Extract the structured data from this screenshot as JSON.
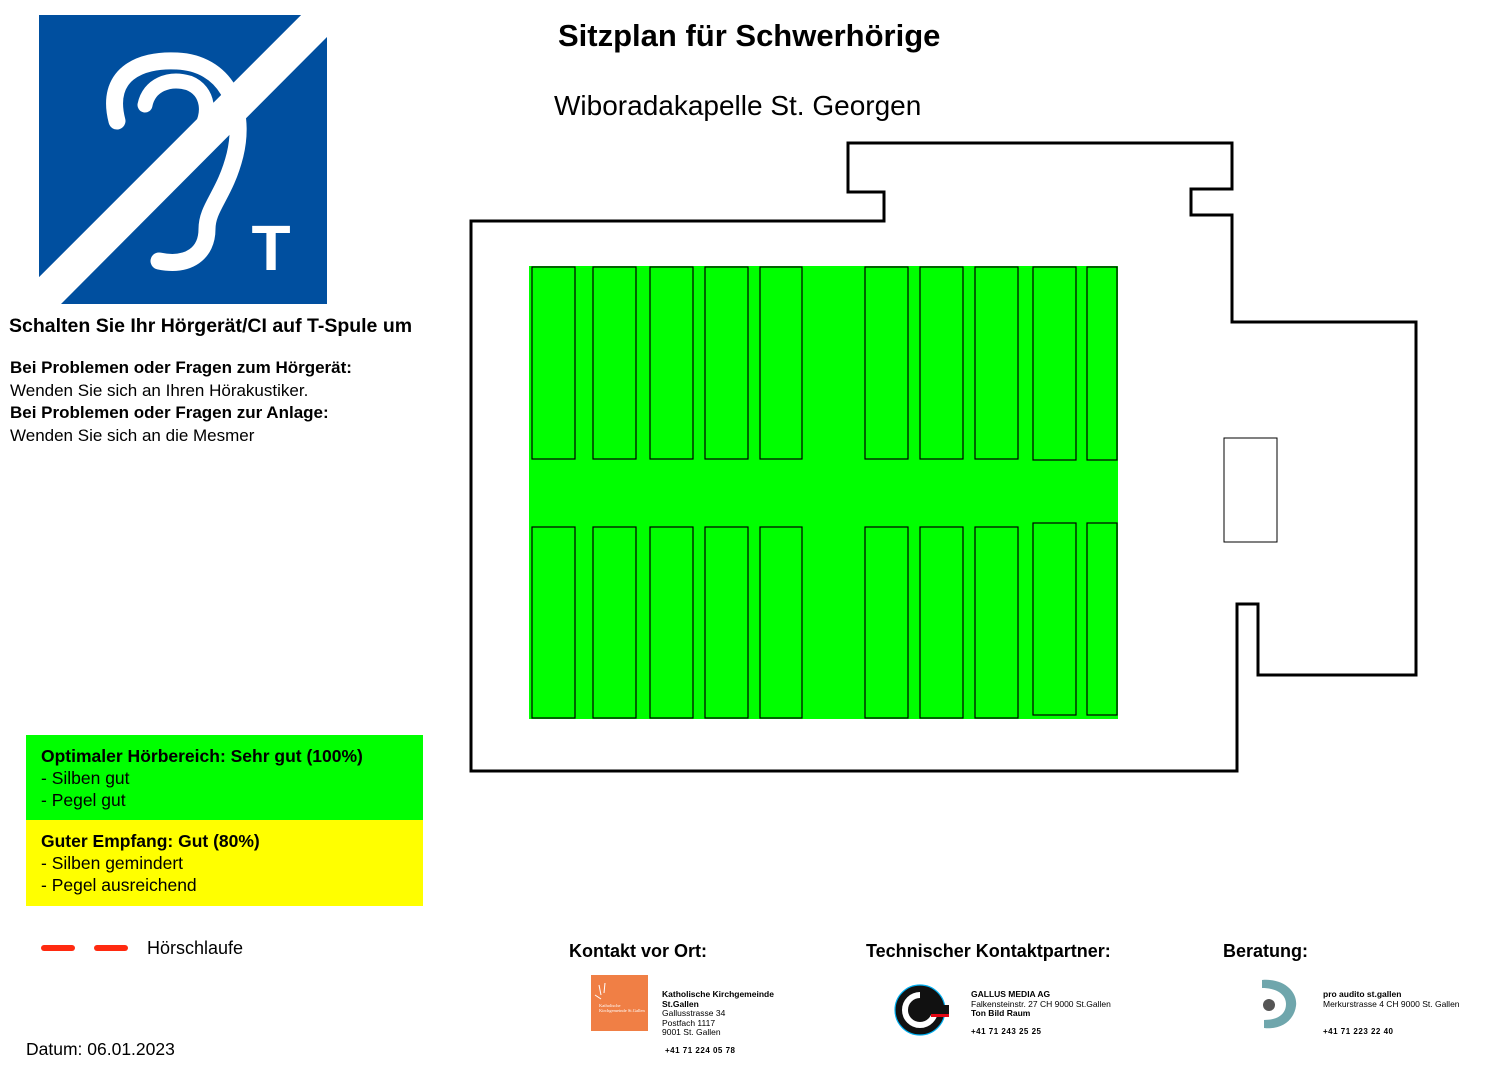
{
  "header": {
    "title": "Sitzplan für Schwerhörige",
    "venue": "Wiboradakapelle St. Georgen"
  },
  "hearing_symbol": {
    "icon": "hearing-loop-t-icon",
    "letter": "T",
    "color": "#004f9f"
  },
  "instructions": {
    "main": "Schalten Sie Ihr Hörgerät/CI auf T-Spule um",
    "q1_heading": "Bei Problemen oder Fragen zum Hörgerät:",
    "q1_text": "Wenden Sie sich an Ihren Hörakustiker.",
    "q2_heading": "Bei Problemen oder Fragen zur Anlage:",
    "q2_text": "Wenden Sie sich an die Mesmer"
  },
  "legend": {
    "optimal": {
      "title": "Optimaler Hörbereich: Sehr gut (100%)",
      "line1": "- Silben gut",
      "line2": "- Pegel gut",
      "color": "#00ff00"
    },
    "good": {
      "title": "Guter Empfang: Gut (80%)",
      "line1": "- Silben gemindert",
      "line2": "- Pegel ausreichend",
      "color": "#ffff00"
    },
    "loop_label": "Hörschlaufe",
    "loop_color": "#ff2a10"
  },
  "date": "Datum: 06.01.2023",
  "contacts": [
    {
      "heading": "Kontakt vor Ort:",
      "logo_icon": "katholische-kirchgemeinde-logo",
      "logo_text": "Katholische Kirchgemeinde St.Gallen",
      "name": "Katholische Kirchgemeinde St.Gallen",
      "line1": "Gallusstrasse 34",
      "line2": "Postfach 1117",
      "line3": "9001 St. Gallen",
      "phone": "+41 71 224 05 78"
    },
    {
      "heading": "Technischer Kontaktpartner:",
      "logo_icon": "gallus-media-logo",
      "name": "GALLUS MEDIA AG",
      "line1": "Falkensteinstr. 27 CH 9000 St.Gallen",
      "line2": "Ton Bild Raum",
      "phone": "+41 71 243 25 25"
    },
    {
      "heading": "Beratung:",
      "logo_icon": "pro-audito-logo",
      "name": "pro audito st.gallen",
      "line1": "Merkurstrasse 4 CH 9000 St. Gallen",
      "phone": "+41 71 223 22 40"
    }
  ],
  "floorplan": {
    "coverage_color": "#00ff00",
    "pew_rows": 2,
    "pews_per_row": 10
  }
}
